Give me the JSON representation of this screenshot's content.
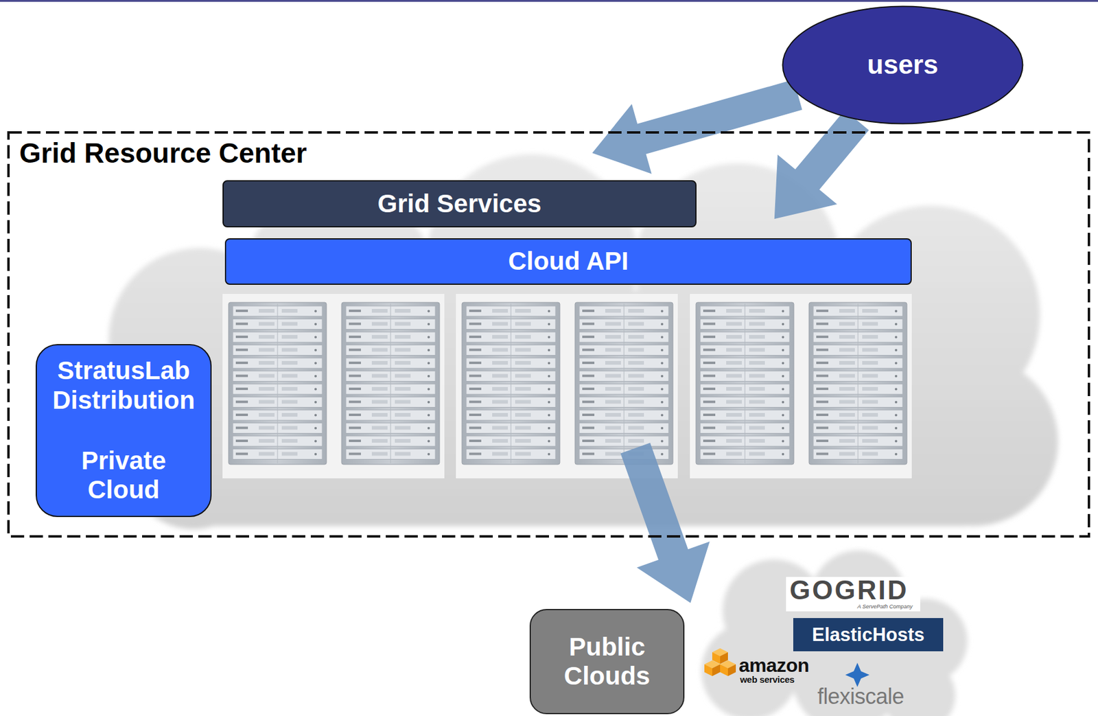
{
  "diagram": {
    "nodes": [
      {
        "text": [
          "users"
        ]
      },
      {
        "text": [
          "Grid Resource Center"
        ]
      },
      {
        "text": [
          "Grid Services"
        ],
        "in": 1
      },
      {
        "text": [
          "Cloud API"
        ],
        "in": 1
      },
      {
        "text": [
          "StratusLab Distribution",
          "Private Cloud"
        ],
        "in": 1
      },
      {
        "text": [
          "Public Clouds"
        ]
      }
    ],
    "edges": [
      {
        "from": 0,
        "to": 2,
        "arrow": "to"
      },
      {
        "from": 0,
        "to": 3,
        "arrow": "to"
      },
      {
        "from": 1,
        "to": 5,
        "arrow": "to"
      }
    ],
    "labels": [
      "GOGRID",
      "A ServePath Company",
      "ElasticHosts",
      "amazon",
      "web services",
      "flexiscale"
    ]
  }
}
